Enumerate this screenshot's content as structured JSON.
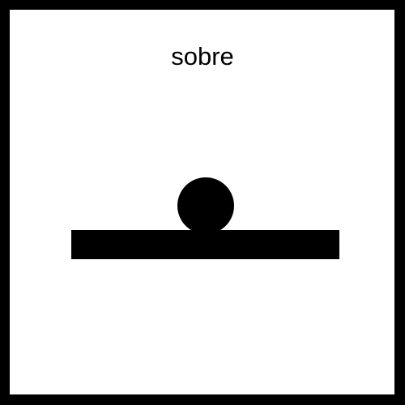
{
  "card": {
    "label": "sobre",
    "border_color": "#000000",
    "background_color": "#ffffff"
  },
  "pictogram": {
    "concept": "on-top-of",
    "shapes": [
      "ball-shape",
      "surface-bar-shape"
    ],
    "fill_color": "#000000"
  }
}
